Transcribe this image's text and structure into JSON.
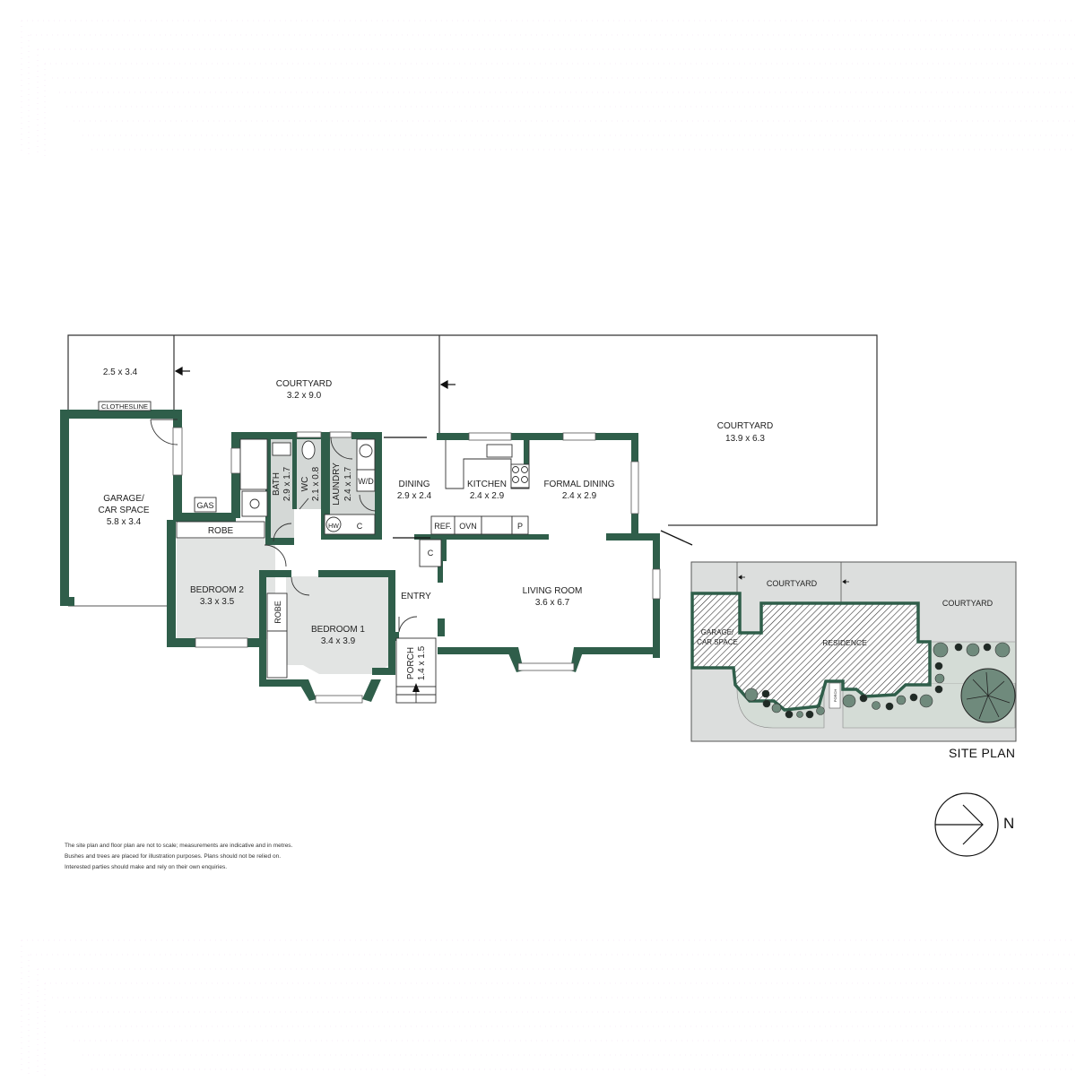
{
  "floor_plan": {
    "rooms": [
      {
        "id": "outdoor-small",
        "name": "",
        "size": "2.5 x 3.4"
      },
      {
        "id": "courtyard-west",
        "name": "COURTYARD",
        "size": "3.2 x 9.0"
      },
      {
        "id": "courtyard-east",
        "name": "COURTYARD",
        "size": "13.9 x 6.3"
      },
      {
        "id": "garage",
        "name_line1": "GARAGE/",
        "name_line2": "CAR SPACE",
        "size": "5.8 x 3.4"
      },
      {
        "id": "bath",
        "name": "BATH",
        "size": "2.9 x 1.7"
      },
      {
        "id": "wc",
        "name": "WC",
        "size": "2.1 x 0.8"
      },
      {
        "id": "laundry",
        "name": "LAUNDRY",
        "size": "2.4 x 1.7"
      },
      {
        "id": "dining",
        "name": "DINING",
        "size": "2.9 x 2.4"
      },
      {
        "id": "kitchen",
        "name": "KITCHEN",
        "size": "2.4 x 2.9"
      },
      {
        "id": "formal-dining",
        "name": "FORMAL DINING",
        "size": "2.4 x 2.9"
      },
      {
        "id": "living",
        "name": "LIVING ROOM",
        "size": "3.6 x 6.7"
      },
      {
        "id": "bedroom2",
        "name": "BEDROOM 2",
        "size": "3.3 x 3.5"
      },
      {
        "id": "bedroom1",
        "name": "BEDROOM 1",
        "size": "3.4 x 3.9"
      },
      {
        "id": "entry",
        "name": "ENTRY"
      },
      {
        "id": "porch",
        "name": "PORCH",
        "size": "1.4 x 1.5"
      }
    ],
    "fixtures": {
      "clothesline": "CLOTHESLINE",
      "gas": "GAS",
      "robe_bed2": "ROBE",
      "robe_bed1": "ROBE",
      "wd": "W/D",
      "hw": "HW",
      "cupboard_laundry": "C",
      "cupboard_entry": "C",
      "ref": "REF.",
      "ovn": "OVN",
      "pantry": "P"
    }
  },
  "site_plan": {
    "title": "SITE PLAN",
    "labels": {
      "courtyard_north": "COURTYARD",
      "courtyard_east": "COURTYARD",
      "garage_line1": "GARAGE/",
      "garage_line2": "CAR SPACE",
      "residence": "RESIDENCE",
      "porch": "PORCH"
    }
  },
  "compass": {
    "label": "N",
    "direction": "east"
  },
  "disclaimer": [
    "The site plan and floor plan are not to scale; measurements are indicative and in metres.",
    "Bushes and trees are placed for illustration purposes. Plans should not be relied on.",
    "Interested parties should make and rely on their own enquiries."
  ],
  "colors": {
    "wall": "#2f5e4a",
    "wet_area": "#d4d8d6",
    "bedroom_floor": "#e2e4e3",
    "site_ground": "#dcdedd",
    "site_garden": "#d4dcd6",
    "tree": "#6f8a7c",
    "shrub": "#1f2b25"
  }
}
